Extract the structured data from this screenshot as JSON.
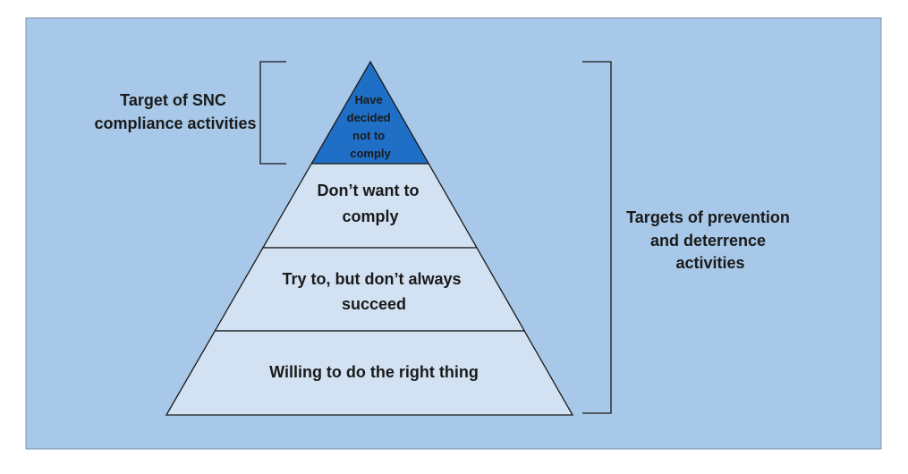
{
  "colors": {
    "background_panel": "#a7c8e8",
    "panel_border": "#7f95ab",
    "tier_light": "#d2e2f3",
    "tier_top": "#1f6fc6",
    "outline": "#1a1a1a",
    "text": "#1a1a1a"
  },
  "pyramid": {
    "tiers": [
      {
        "id": "tier-have-decided-not-to-comply",
        "lines": [
          "Have",
          "decided",
          "not to",
          "comply"
        ]
      },
      {
        "id": "tier-dont-want-to-comply",
        "lines": [
          "Don’t want to",
          "comply"
        ]
      },
      {
        "id": "tier-try-to-but-dont-always-succeed",
        "lines": [
          "Try to, but don’t always",
          "succeed"
        ]
      },
      {
        "id": "tier-willing-to-do-the-right-thing",
        "lines": [
          "Willing to do the right thing"
        ]
      }
    ]
  },
  "labels": {
    "left_bracket": [
      "Target of SNC",
      "compliance activities"
    ],
    "right_bracket": [
      "Targets of prevention",
      "and deterrence",
      "activities"
    ]
  }
}
